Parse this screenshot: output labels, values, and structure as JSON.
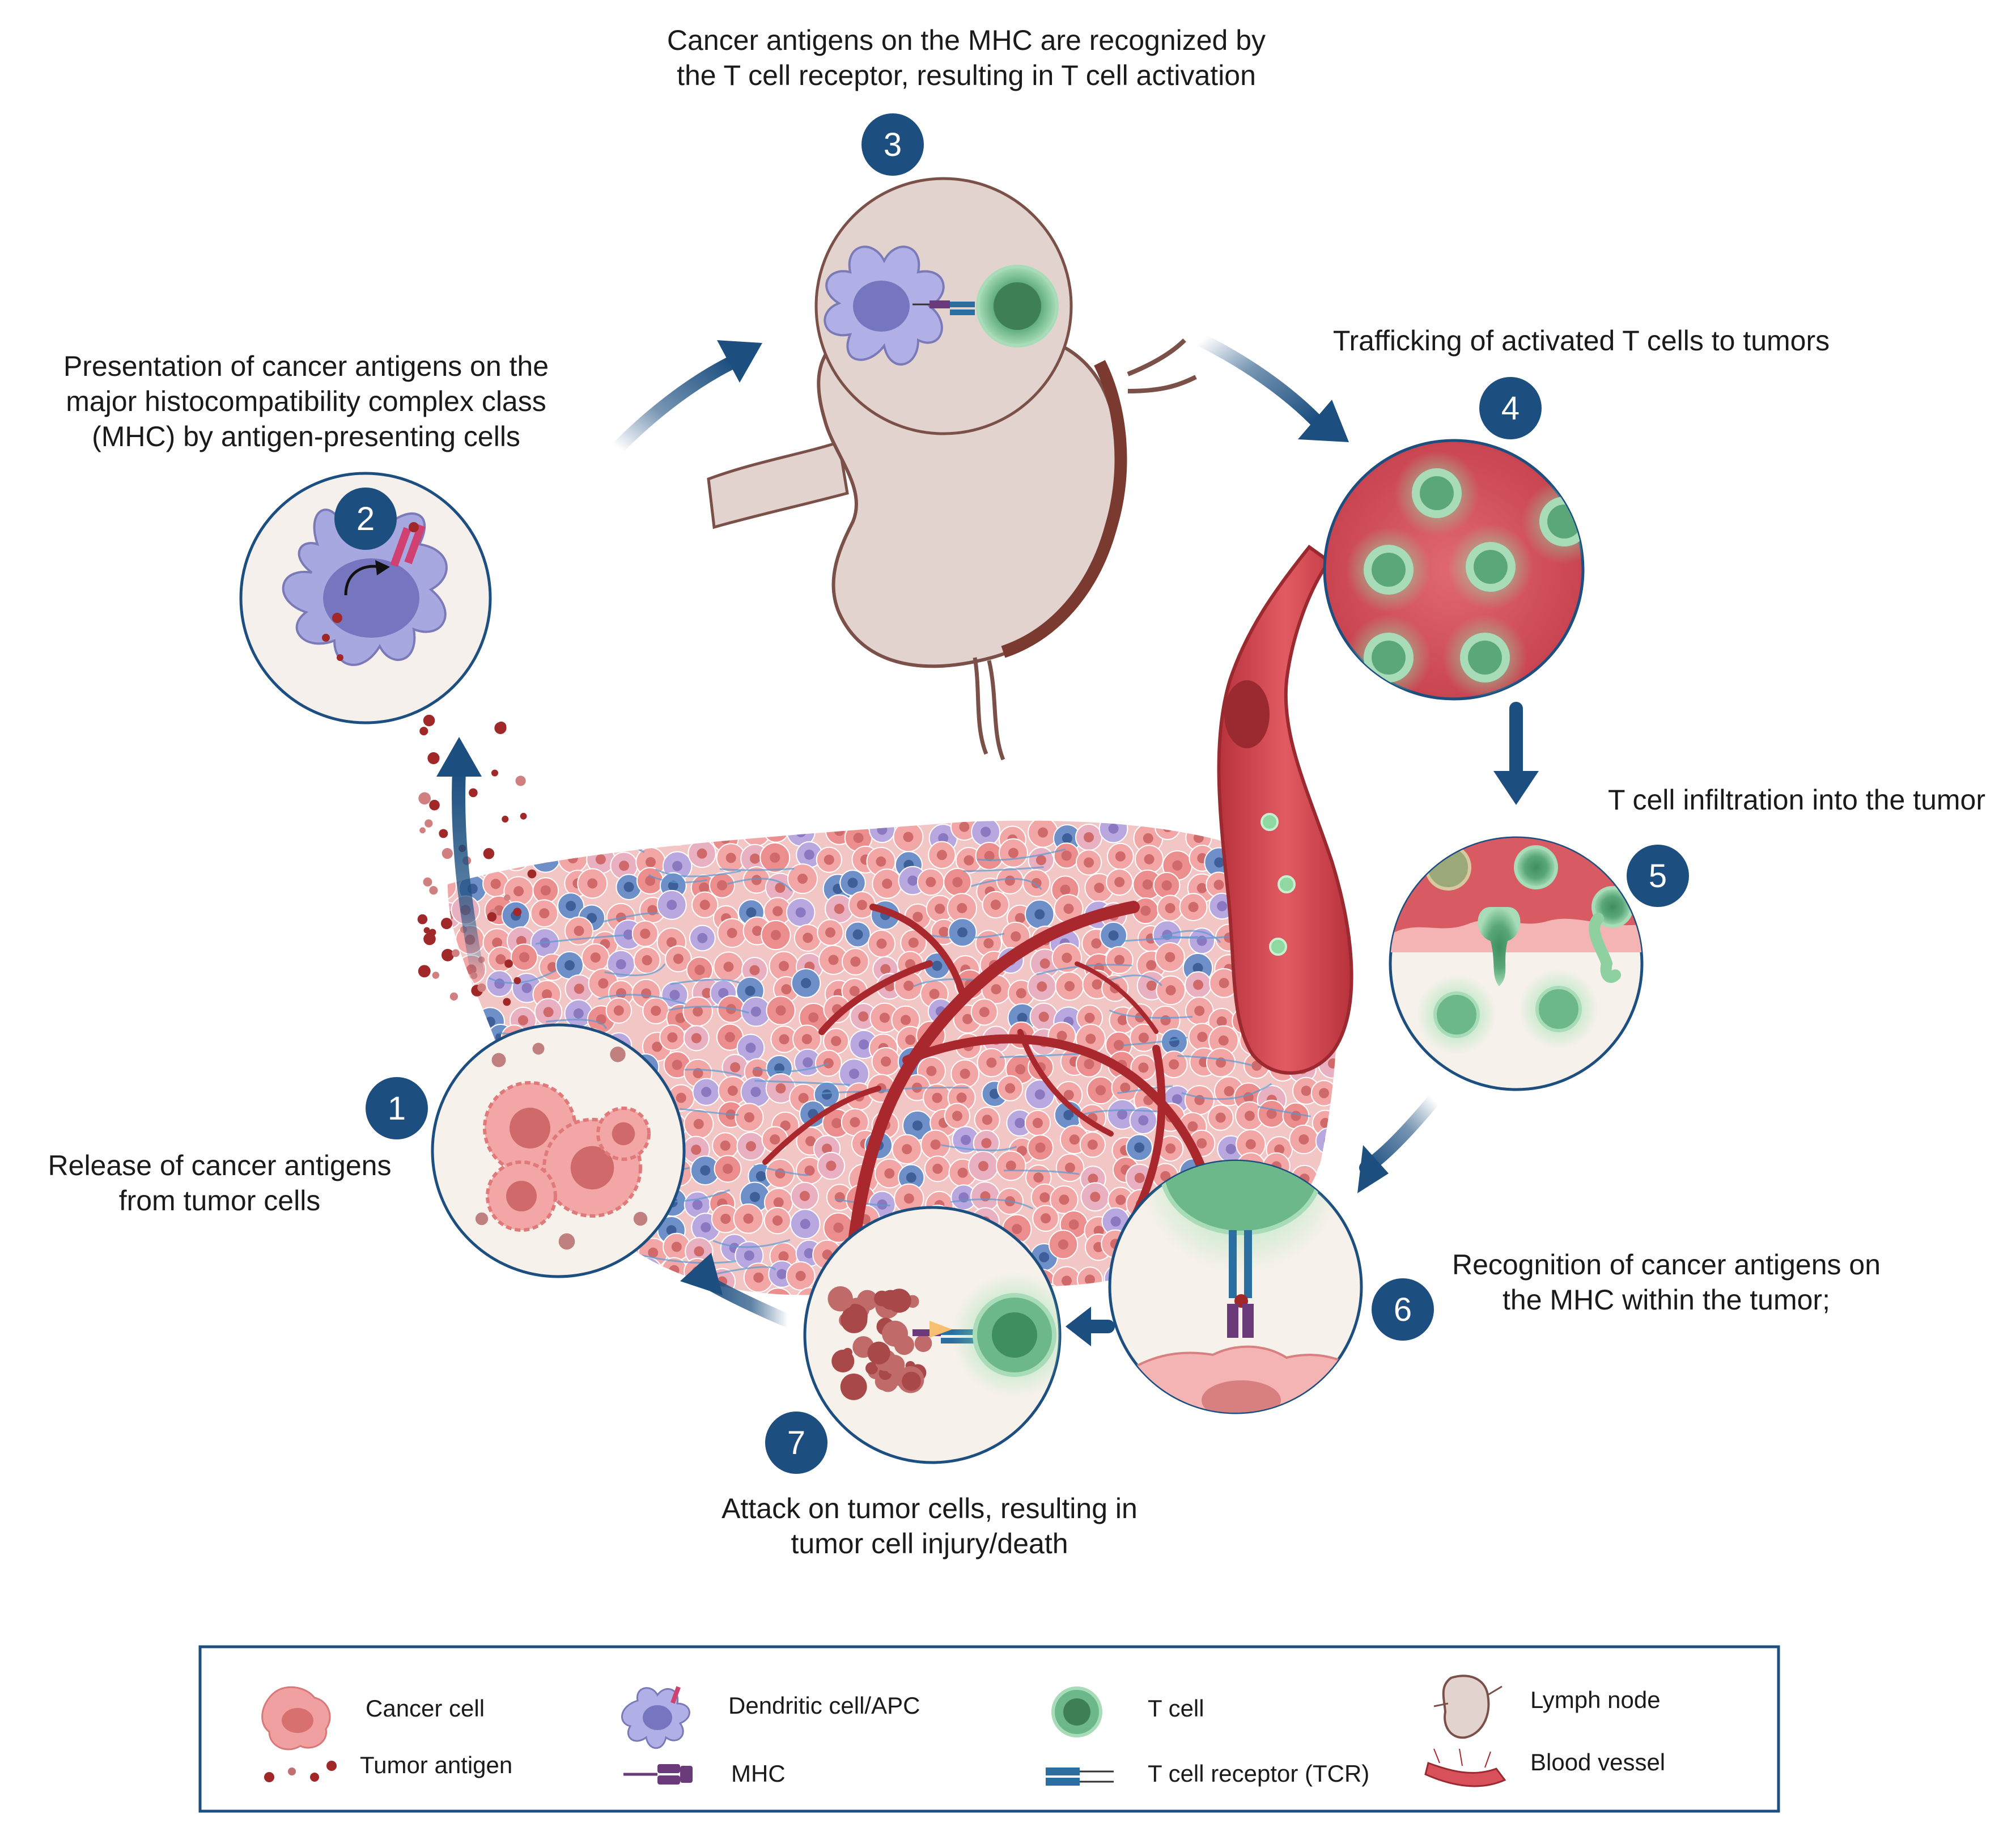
{
  "steps": [
    {
      "num": "1",
      "lines": [
        "Release of cancer antigens",
        "from tumor cells"
      ]
    },
    {
      "num": "2",
      "lines": [
        "Presentation of cancer antigens on the",
        "major histocompatibility complex class",
        "(MHC) by antigen-presenting cells"
      ]
    },
    {
      "num": "3",
      "lines": [
        "Cancer antigens on the MHC are recognized by",
        "the T cell receptor, resulting in T cell activation"
      ]
    },
    {
      "num": "4",
      "lines": [
        "Trafficking of activated T cells to tumors"
      ]
    },
    {
      "num": "5",
      "lines": [
        "T cell infiltration into the tumor"
      ]
    },
    {
      "num": "6",
      "lines": [
        "Recognition of cancer antigens on",
        "the MHC within the tumor;"
      ]
    },
    {
      "num": "7",
      "lines": [
        "Attack on tumor cells, resulting in",
        "tumor cell injury/death"
      ]
    }
  ],
  "legend": {
    "items": [
      {
        "icon": "cancer-cell-icon",
        "label": "Cancer cell"
      },
      {
        "icon": "tumor-antigen-icon",
        "label": "Tumor antigen"
      },
      {
        "icon": "dendritic-cell-icon",
        "label": "Dendritic cell/APC"
      },
      {
        "icon": "mhc-icon",
        "label": "MHC"
      },
      {
        "icon": "t-cell-icon",
        "label": "T cell"
      },
      {
        "icon": "tcr-icon",
        "label": "T cell receptor (TCR)"
      },
      {
        "icon": "lymph-node-icon",
        "label": "Lymph node"
      },
      {
        "icon": "blood-vessel-icon",
        "label": "Blood vessel"
      }
    ]
  },
  "colors": {
    "badge": "#1c4f80",
    "arrow": "#1c4f80",
    "cancer_cell": "#f0a0a0",
    "dendritic_cell": "#a8a8e0",
    "t_cell": "#6cb88a",
    "blood_red": "#d8505a",
    "lymph_node": "#e2d3cf",
    "tumor_antigen": "#a02828",
    "mhc": "#6a3a7a",
    "tcr": "#2a6f9f"
  }
}
